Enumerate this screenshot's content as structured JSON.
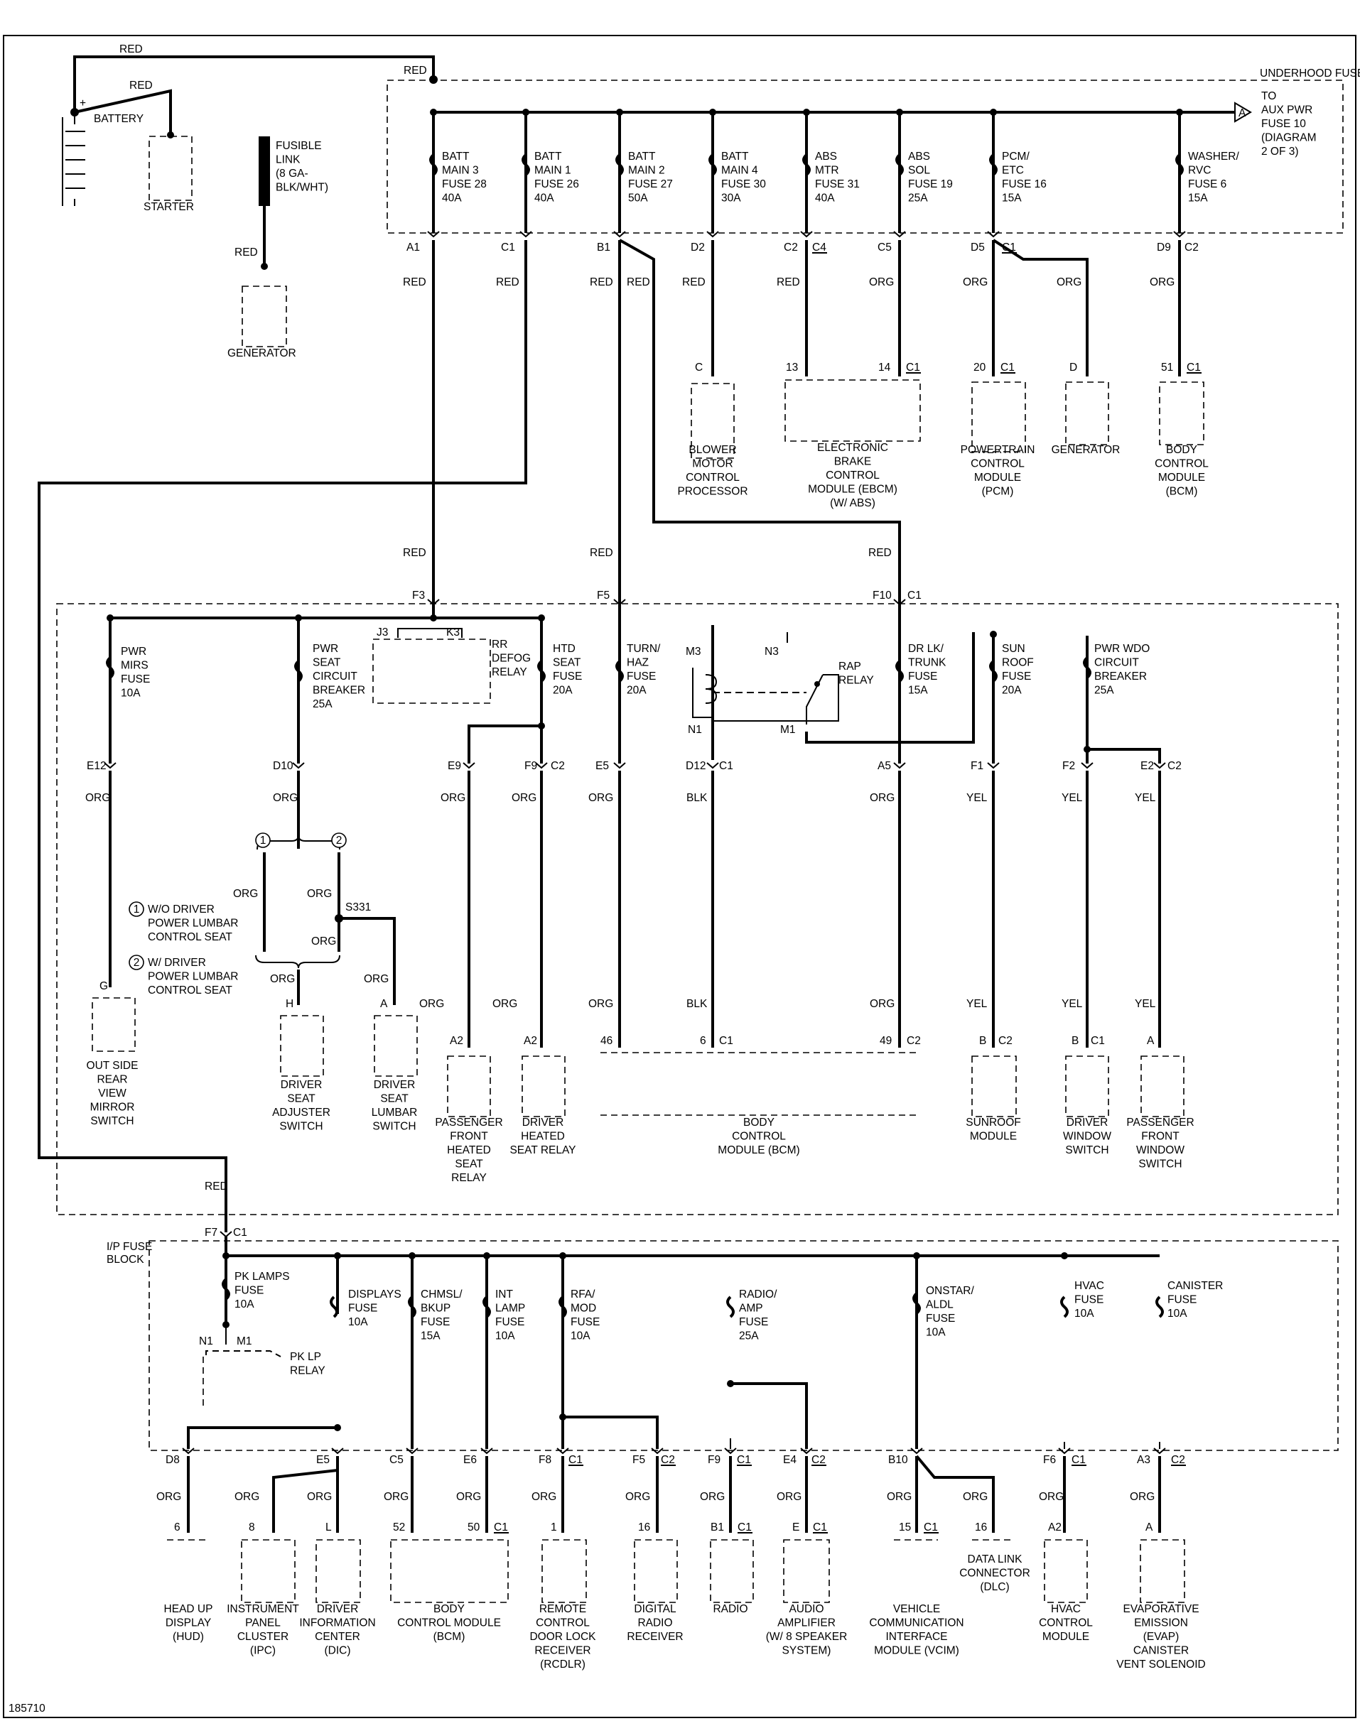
{
  "diagram_id": "185710",
  "blocks": {
    "underhood": "UNDERHOOD FUSE BLOCK",
    "ip": [
      "I/P FUSE",
      "BLOCK"
    ]
  },
  "battery": {
    "label": "BATTERY",
    "plus": "+"
  },
  "wire_colors": [
    "RED",
    "ORG",
    "BLK",
    "YEL"
  ],
  "underhood_fuses": [
    {
      "lines": [
        "BATT",
        "MAIN 3",
        "FUSE 28",
        "40A"
      ],
      "pin": "A1"
    },
    {
      "lines": [
        "BATT",
        "MAIN 1",
        "FUSE 26",
        "40A"
      ],
      "pin": "C1"
    },
    {
      "lines": [
        "BATT",
        "MAIN 2",
        "FUSE 27",
        "50A"
      ],
      "pin": "B1"
    },
    {
      "lines": [
        "BATT",
        "MAIN 4",
        "FUSE 30",
        "30A"
      ],
      "pin": "D2"
    },
    {
      "lines": [
        "ABS",
        "MTR",
        "FUSE 31",
        "40A"
      ],
      "pin": "C2",
      "conn": "C4"
    },
    {
      "lines": [
        "ABS",
        "SOL",
        "FUSE 19",
        "25A"
      ],
      "pin": "C5"
    },
    {
      "lines": [
        "PCM/",
        "ETC",
        "FUSE 16",
        "15A"
      ],
      "pin": "D5",
      "conn": "C1"
    },
    {
      "lines": [
        "WASHER/",
        "RVC",
        "FUSE 6",
        "15A"
      ],
      "pin": "D9",
      "conn": "C2"
    }
  ],
  "aux_ref": {
    "letter": "A",
    "lines": [
      "TO",
      "AUX PWR",
      "FUSE 10",
      "(DIAGRAM",
      "2 OF 3)"
    ]
  },
  "fusible_link": [
    "FUSIBLE",
    "LINK",
    "(8 GA-",
    "BLK/WHT)"
  ],
  "underhood_loads": [
    {
      "pin": "C",
      "lines": [
        "BLOWER",
        "MOTOR",
        "CONTROL",
        "PROCESSOR"
      ]
    },
    {
      "pins": [
        "13",
        "14"
      ],
      "conn": "C1",
      "lines": [
        "ELECTRONIC",
        "BRAKE",
        "CONTROL",
        "MODULE (EBCM)",
        "(W/ ABS)"
      ]
    },
    {
      "pin": "20",
      "conn": "C1",
      "lines": [
        "POWERTRAIN",
        "CONTROL",
        "MODULE",
        "(PCM)"
      ]
    },
    {
      "pin": "D",
      "lines": [
        "GENERATOR"
      ]
    },
    {
      "pin": "51",
      "conn": "C1",
      "lines": [
        "BODY",
        "CONTROL",
        "MODULE",
        "(BCM)"
      ]
    }
  ],
  "starter": "STARTER",
  "generator": "GENERATOR",
  "mid_feeds": [
    "F3",
    "F5",
    "F10",
    "C1"
  ],
  "mid_fuses": [
    {
      "lines": [
        "PWR",
        "MIRS",
        "FUSE",
        "10A"
      ],
      "pin": "E12"
    },
    {
      "lines": [
        "PWR",
        "SEAT",
        "CIRCUIT",
        "BREAKER",
        "25A"
      ],
      "pin": "D10"
    },
    {
      "lines": [
        "RR",
        "DEFOG",
        "RELAY"
      ],
      "pins": [
        "J3",
        "K3"
      ]
    },
    {
      "lines": [
        "HTD",
        "SEAT",
        "FUSE",
        "20A"
      ],
      "pin": "F9",
      "conn": "C2"
    },
    {
      "lines": [
        "TURN/",
        "HAZ",
        "FUSE",
        "20A"
      ],
      "pin": "E5"
    },
    {
      "lines": [
        "RAP",
        "RELAY"
      ],
      "pins": [
        "M3",
        "N3",
        "N1",
        "M1"
      ]
    },
    {
      "lines": [
        "DR LK/",
        "TRUNK",
        "FUSE",
        "15A"
      ],
      "pin": "A5"
    },
    {
      "lines": [
        "SUN",
        "ROOF",
        "FUSE",
        "20A"
      ],
      "pin": "F1"
    },
    {
      "lines": [
        "PWR WDO",
        "CIRCUIT",
        "BREAKER",
        "25A"
      ],
      "pin": "F2"
    }
  ],
  "mid_extra_pins": [
    "E9",
    "D12",
    "E2",
    "C1",
    "C2"
  ],
  "legend": [
    {
      "num": "1",
      "lines": [
        "W/O DRIVER",
        "POWER LUMBAR",
        "CONTROL SEAT"
      ]
    },
    {
      "num": "2",
      "lines": [
        "W/ DRIVER",
        "POWER LUMBAR",
        "CONTROL SEAT"
      ]
    }
  ],
  "splice": "S331",
  "mid_loads": [
    {
      "pin": "G",
      "lines": [
        "OUT SIDE",
        "REAR",
        "VIEW",
        "MIRROR",
        "SWITCH"
      ]
    },
    {
      "pin": "H",
      "lines": [
        "DRIVER",
        "SEAT",
        "ADJUSTER",
        "SWITCH"
      ]
    },
    {
      "pin": "A",
      "lines": [
        "DRIVER",
        "SEAT",
        "LUMBAR",
        "SWITCH"
      ]
    },
    {
      "pin": "A2",
      "lines": [
        "PASSENGER",
        "FRONT",
        "HEATED",
        "SEAT",
        "RELAY"
      ]
    },
    {
      "pin": "A2",
      "lines": [
        "DRIVER",
        "HEATED",
        "SEAT RELAY"
      ]
    },
    {
      "pins": [
        "46",
        "6",
        "49"
      ],
      "conn": [
        "C1",
        "C2"
      ],
      "lines": [
        "BODY",
        "CONTROL",
        "MODULE (BCM)"
      ]
    },
    {
      "pin": "B",
      "conn": "C2",
      "lines": [
        "SUNROOF",
        "MODULE"
      ]
    },
    {
      "pin": "B",
      "conn": "C1",
      "lines": [
        "DRIVER",
        "WINDOW",
        "SWITCH"
      ]
    },
    {
      "pin": "A",
      "lines": [
        "PASSENGER",
        "FRONT",
        "WINDOW",
        "SWITCH"
      ]
    }
  ],
  "ip_feed": {
    "pin": "F7",
    "conn": "C1"
  },
  "ip_fuses": [
    {
      "lines": [
        "PK LAMPS",
        "FUSE",
        "10A"
      ]
    },
    {
      "lines": [
        "PK LP",
        "RELAY"
      ],
      "pins": [
        "N1",
        "M1"
      ]
    },
    {
      "lines": [
        "DISPLAYS",
        "FUSE",
        "10A"
      ]
    },
    {
      "lines": [
        "CHMSL/",
        "BKUP",
        "FUSE",
        "15A"
      ]
    },
    {
      "lines": [
        "INT",
        "LAMP",
        "FUSE",
        "10A"
      ]
    },
    {
      "lines": [
        "RFA/",
        "MOD",
        "FUSE",
        "10A"
      ]
    },
    {
      "lines": [
        "RADIO/",
        "AMP",
        "FUSE",
        "25A"
      ]
    },
    {
      "lines": [
        "ONSTAR/",
        "ALDL",
        "FUSE",
        "10A"
      ]
    },
    {
      "lines": [
        "HVAC",
        "FUSE",
        "10A"
      ]
    },
    {
      "lines": [
        "CANISTER",
        "FUSE",
        "10A"
      ]
    }
  ],
  "ip_outputs": [
    {
      "pin": "D8"
    },
    {
      "pin": "E5"
    },
    {
      "pin": "C5"
    },
    {
      "pin": "E6"
    },
    {
      "pin": "F8",
      "conn": "C1"
    },
    {
      "pin": "F5",
      "conn": "C2"
    },
    {
      "pin": "F9",
      "conn": "C1"
    },
    {
      "pin": "E4",
      "conn": "C2"
    },
    {
      "pin": "B10"
    },
    {
      "pin": "F6",
      "conn": "C1"
    },
    {
      "pin": "A3",
      "conn": "C2"
    }
  ],
  "bottom_loads": [
    {
      "pin": "6",
      "lines": [
        "HEAD UP",
        "DISPLAY",
        "(HUD)"
      ]
    },
    {
      "pin": "8",
      "lines": [
        "INSTRUMENT",
        "PANEL",
        "CLUSTER",
        "(IPC)"
      ]
    },
    {
      "pin": "L",
      "lines": [
        "DRIVER",
        "INFORMATION",
        "CENTER",
        "(DIC)"
      ]
    },
    {
      "pins": [
        "52",
        "50"
      ],
      "conn": "C1",
      "lines": [
        "BODY",
        "CONTROL MODULE",
        "(BCM)"
      ]
    },
    {
      "pin": "1",
      "lines": [
        "REMOTE",
        "CONTROL",
        "DOOR LOCK",
        "RECEIVER",
        "(RCDLR)"
      ]
    },
    {
      "pin": "16",
      "lines": [
        "DIGITAL",
        "RADIO",
        "RECEIVER"
      ]
    },
    {
      "pin": "B1",
      "conn": "C1",
      "lines": [
        "RADIO"
      ]
    },
    {
      "pin": "E",
      "conn": "C1",
      "lines": [
        "AUDIO",
        "AMPLIFIER",
        "(W/ 8 SPEAKER",
        "SYSTEM)"
      ]
    },
    {
      "pin": "15",
      "conn": "C1",
      "lines": [
        "VEHICLE",
        "COMMUNICATION",
        "INTERFACE",
        "MODULE (VCIM)"
      ]
    },
    {
      "pin": "16",
      "lines": [
        "DATA LINK",
        "CONNECTOR",
        "(DLC)"
      ]
    },
    {
      "pin": "A2",
      "lines": [
        "HVAC",
        "CONTROL",
        "MODULE"
      ]
    },
    {
      "pin": "A",
      "lines": [
        "EVAPORATIVE",
        "EMISSION",
        "(EVAP)",
        "CANISTER",
        "VENT SOLENOID"
      ]
    }
  ]
}
